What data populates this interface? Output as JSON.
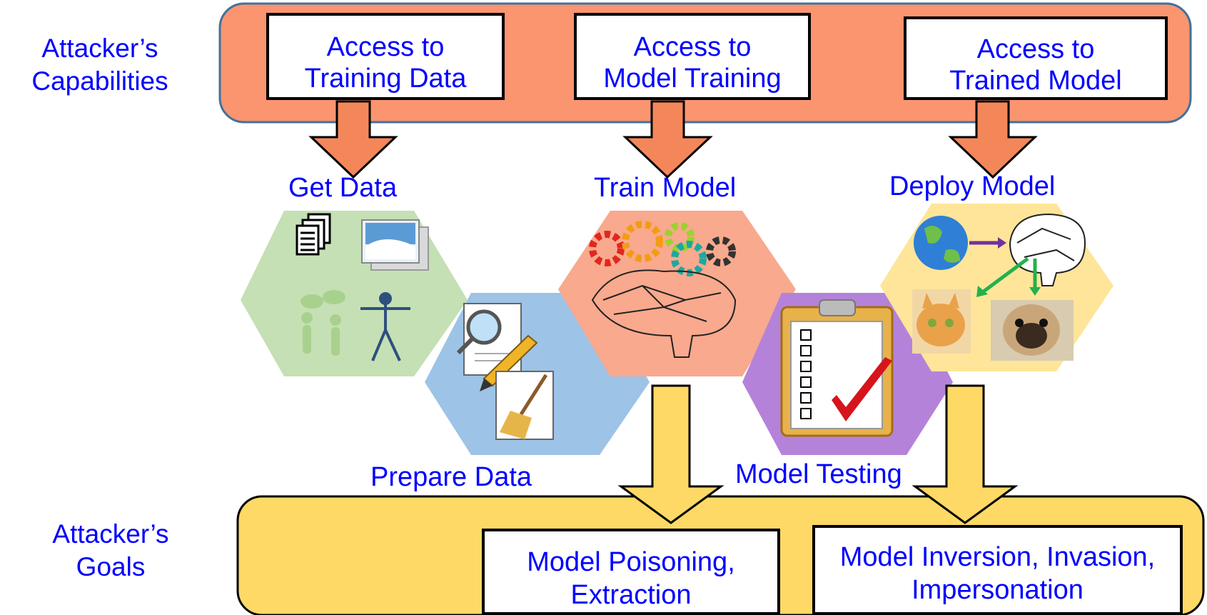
{
  "capabilities": {
    "label": "Attacker’s Capabilities",
    "items": [
      "Access to Training Data",
      "Access to Model Training",
      "Access to Trained Model"
    ],
    "colors": {
      "fill": "#fa9570",
      "border": "#41719c"
    }
  },
  "stages": {
    "get_data": "Get Data",
    "prepare_data": "Prepare Data",
    "train_model": "Train Model",
    "model_testing": "Model Testing",
    "deploy_model": "Deploy Model"
  },
  "hex_colors": {
    "get_data": "#c5e0b4",
    "prepare_data": "#9dc3e6",
    "train_model": "#f8a98e",
    "model_testing": "#b483d9",
    "deploy_model": "#fee599"
  },
  "goals": {
    "label": "Attacker’s Goals",
    "items": [
      "Model Poisoning, Extraction",
      "Model Inversion, Invasion, Impersonation"
    ],
    "colors": {
      "fill": "#fed966",
      "border": "#000000"
    }
  },
  "arrow_colors": {
    "down_orange": "#f4875a",
    "down_yellow": "#fed966"
  }
}
